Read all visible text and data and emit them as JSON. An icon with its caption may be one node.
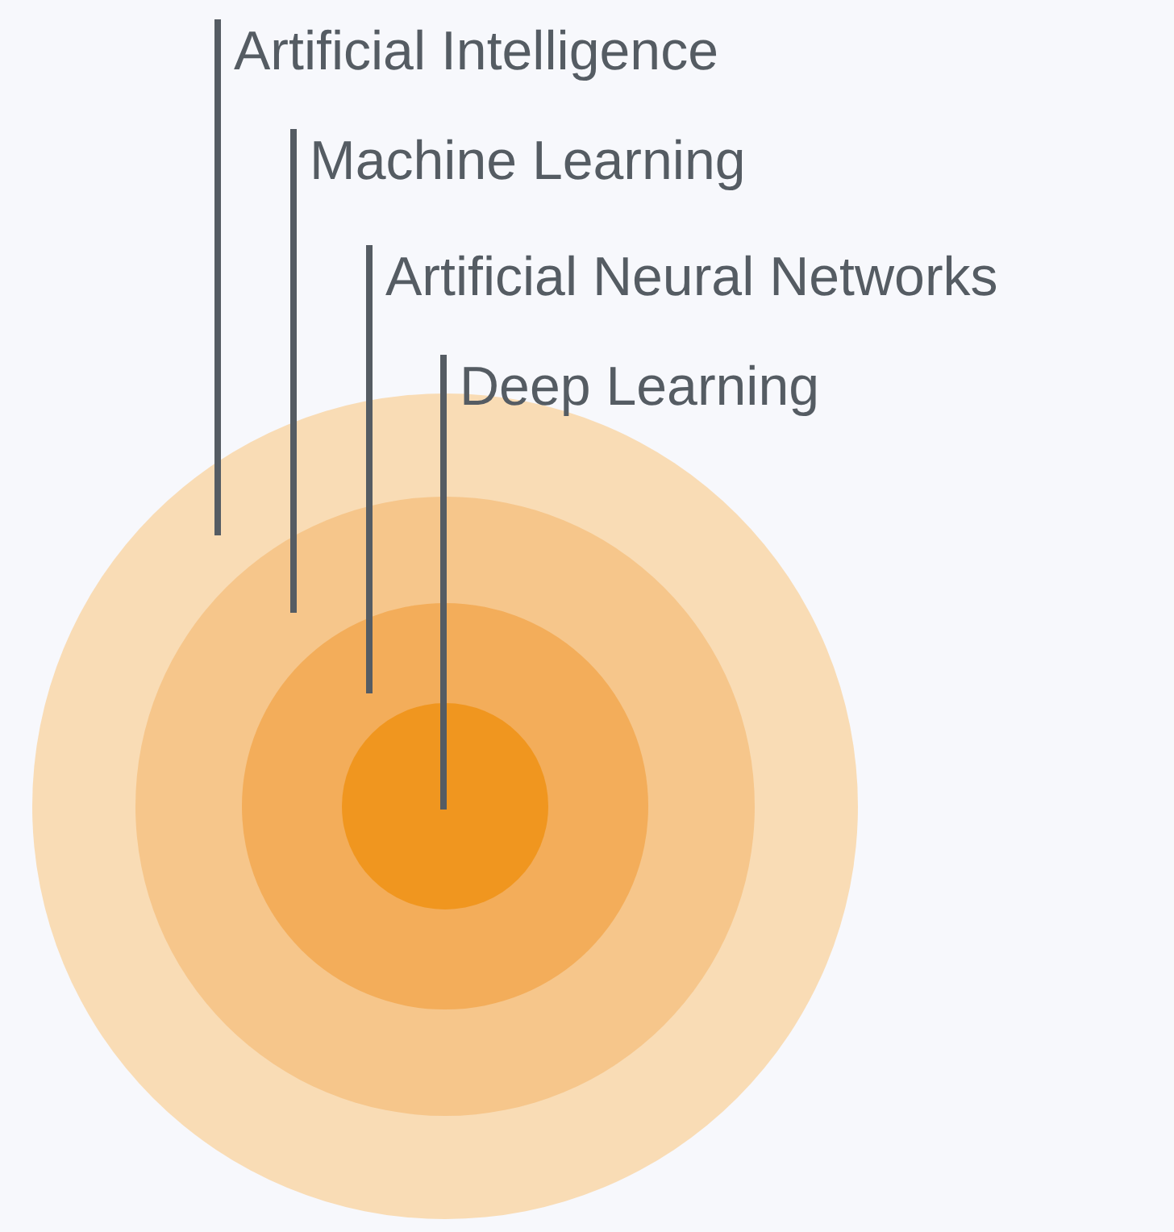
{
  "diagram": {
    "nodes": [
      {
        "text": [
          "Artificial Intelligence"
        ]
      },
      {
        "text": [
          "Machine Learning"
        ]
      },
      {
        "text": [
          "Artificial Neural Networks"
        ]
      },
      {
        "text": [
          "Deep Learning"
        ]
      },
      {
        "text": [],
        "shape": "circle"
      },
      {
        "text": [],
        "shape": "circle",
        "in": 4
      },
      {
        "text": [],
        "shape": "circle",
        "in": 5
      },
      {
        "text": [],
        "shape": "circle",
        "in": 6
      }
    ],
    "edges": [
      {
        "from": 0,
        "to": 4,
        "arrow": "none"
      },
      {
        "from": 1,
        "to": 5,
        "arrow": "none"
      },
      {
        "from": 2,
        "to": 6,
        "arrow": "none"
      },
      {
        "from": 3,
        "to": 7,
        "arrow": "none"
      }
    ]
  }
}
